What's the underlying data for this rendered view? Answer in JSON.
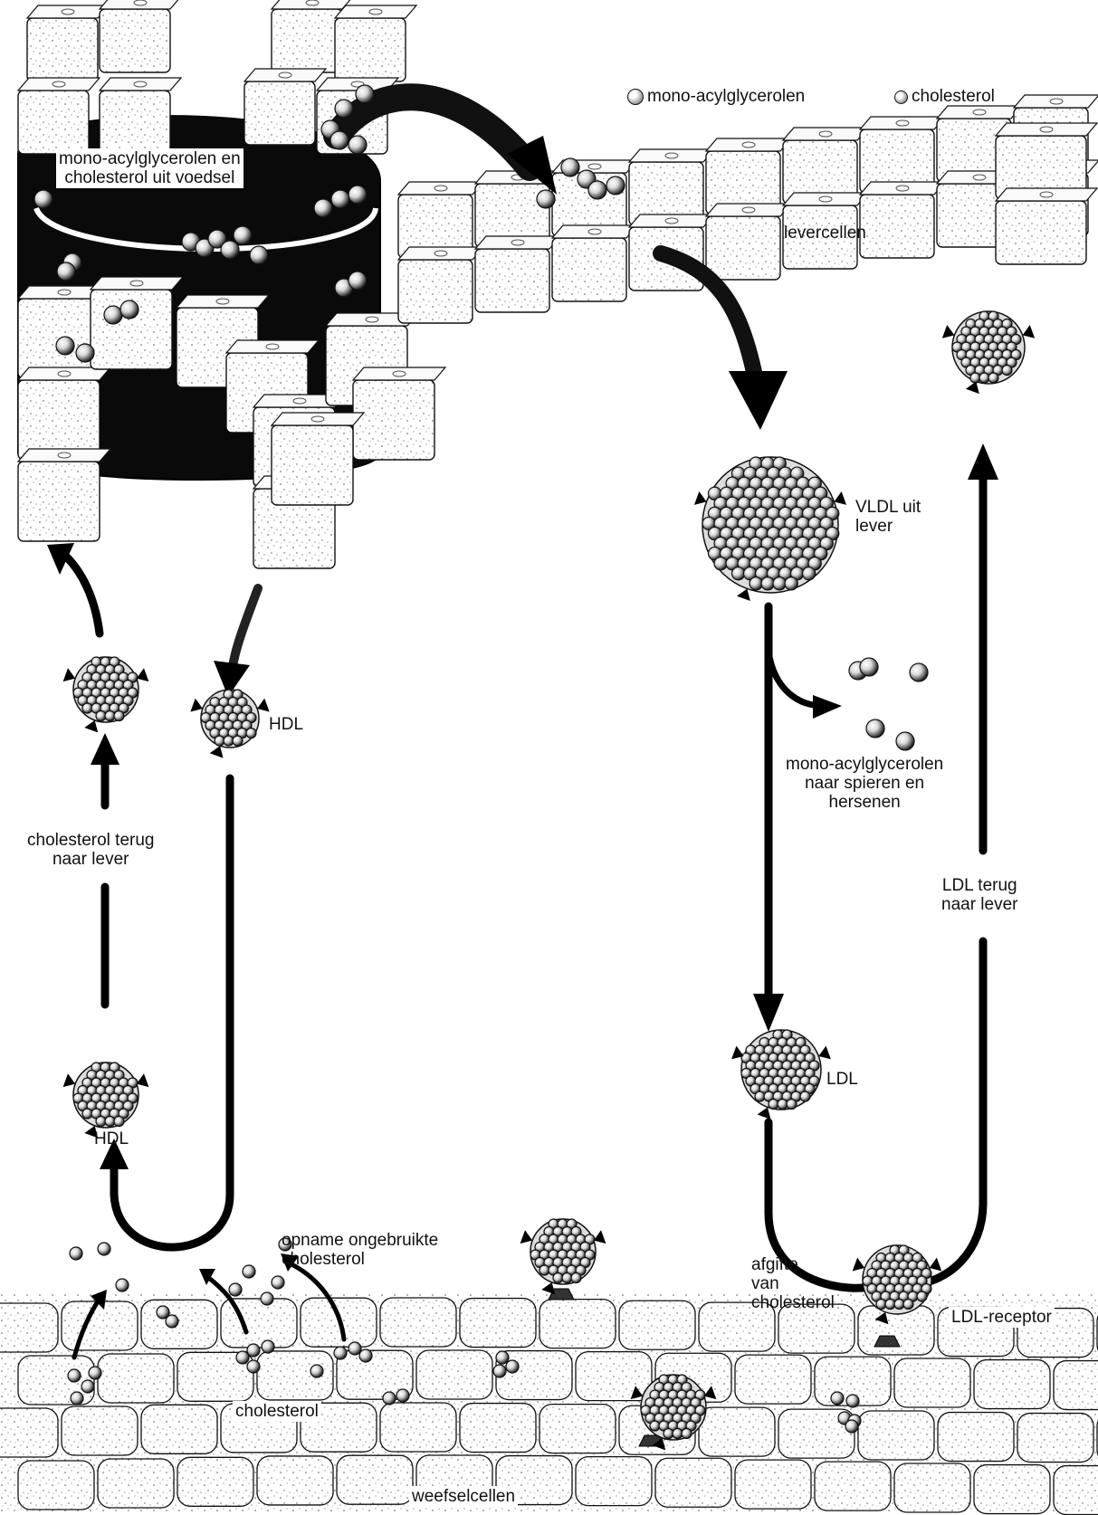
{
  "legend": {
    "mono": "mono-acylglycerolen",
    "cholesterol": "cholesterol"
  },
  "labels": {
    "intestine_line1": "mono-acylglycerolen en",
    "intestine_line2": "cholesterol uit voedsel",
    "levercellen": "levercellen",
    "vldl_line1": "VLDL uit",
    "vldl_line2": "lever",
    "mono_line1": "mono-acylglycerolen",
    "mono_line2": "naar spieren en",
    "mono_line3": "hersenen",
    "ldl_terug_line1": "LDL terug",
    "ldl_terug_line2": "naar lever",
    "ldl": "LDL",
    "hdl_top": "HDL",
    "chol_terug_line1": "cholesterol terug",
    "chol_terug_line2": "naar lever",
    "hdl_bottom": "HDL",
    "opname_line1": "opname ongebruikte",
    "opname_line2": "cholesterol",
    "afgifte_line1": "afgifte",
    "afgifte_line2": "van",
    "afgifte_line3": "cholesterol",
    "ldl_receptor": "LDL-receptor",
    "cholesterol_tissue": "cholesterol",
    "weefselcellen": "weefselcellen"
  }
}
